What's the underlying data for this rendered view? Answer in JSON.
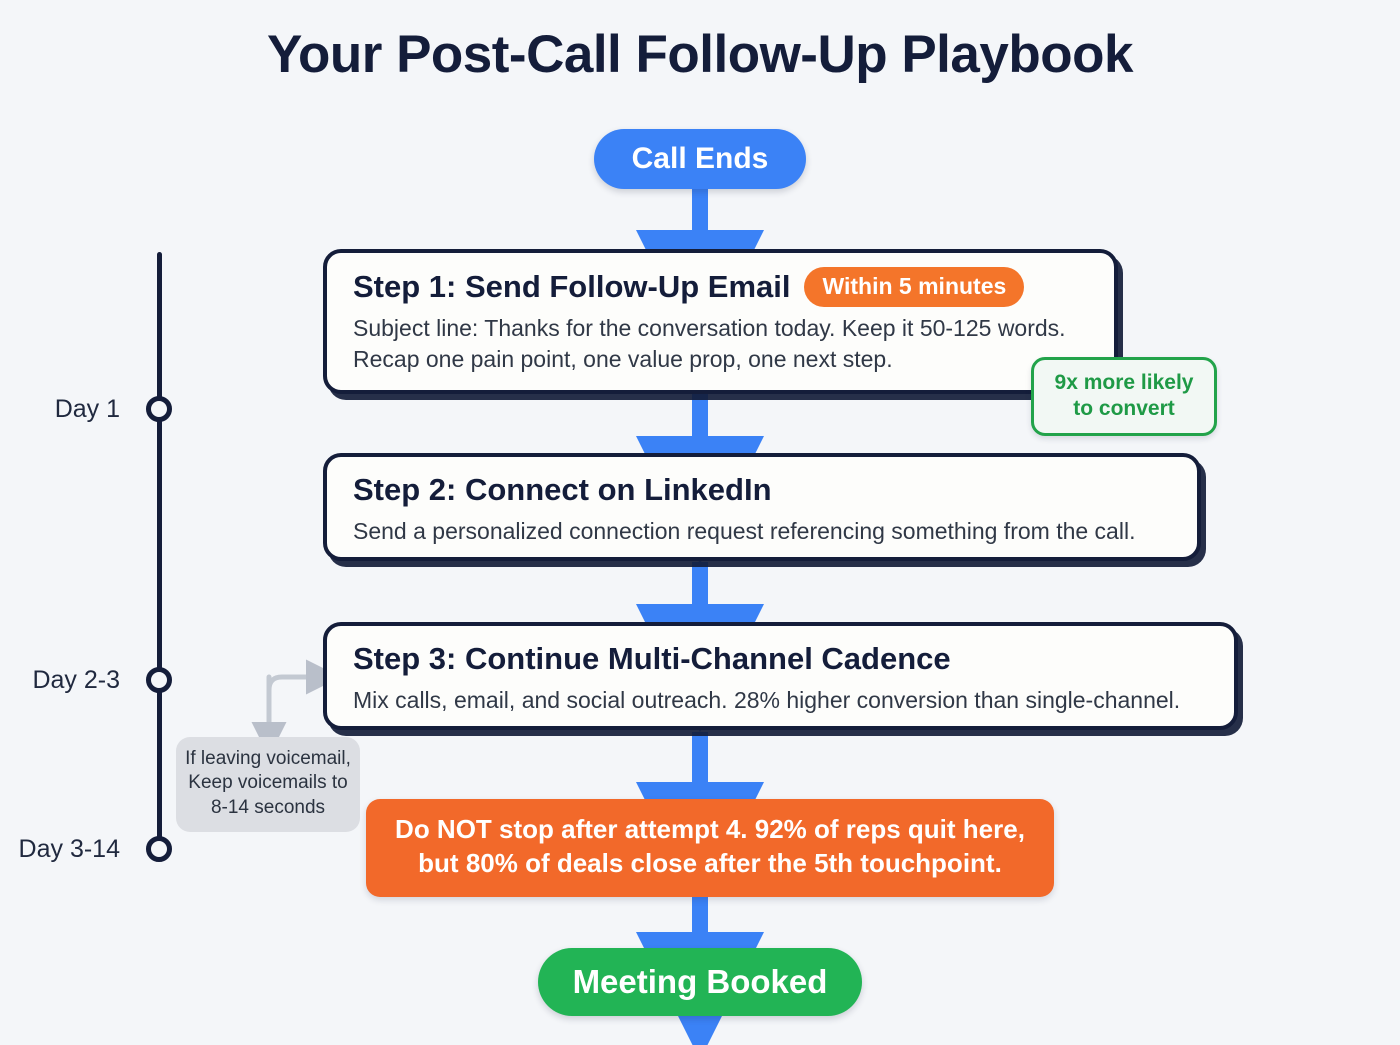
{
  "page": {
    "title": "Your Post-Call Follow-Up Playbook",
    "background_color": "#f4f6f9",
    "title_color": "#141d3a"
  },
  "colors": {
    "blue": "#3b82f6",
    "green": "#22b455",
    "green_text": "#1f9a46",
    "orange": "#f2692a",
    "orange_badge": "#f4752a",
    "navy": "#141d3a",
    "gray_note": "#dcdee3"
  },
  "flow": {
    "start_node": {
      "label": "Call Ends"
    },
    "end_node": {
      "label": "Meeting Booked"
    },
    "steps": [
      {
        "title": "Step 1: Send Follow-Up Email",
        "badge": "Within 5 minutes",
        "description_lines": [
          "Subject line: Thanks for the conversation today. Keep it 50-125 words.",
          "Recap one pain point, one value prop, one next step."
        ]
      },
      {
        "title": "Step 2: Connect on LinkedIn",
        "badge": "",
        "description_lines": [
          "Send a personalized connection request referencing something from the call."
        ]
      },
      {
        "title": "Step 3: Continue Multi-Channel Cadence",
        "badge": "",
        "description_lines": [
          "Mix calls, email, and social outreach. 28% higher conversion than single-channel."
        ]
      }
    ],
    "warning_banner_lines": [
      "Do NOT stop after attempt 4. 92% of reps quit here,",
      "but 80% of deals close after the 5th touchpoint."
    ]
  },
  "callouts": {
    "green_stat_lines": [
      "9x more likely",
      "to convert"
    ],
    "voicemail_note_lines": [
      "If leaving voicemail,",
      "Keep voicemails to",
      "8-14 seconds"
    ]
  },
  "timeline": {
    "markers": [
      {
        "label": "Day 1"
      },
      {
        "label": "Day 2-3"
      },
      {
        "label": "Day 3-14"
      }
    ]
  }
}
